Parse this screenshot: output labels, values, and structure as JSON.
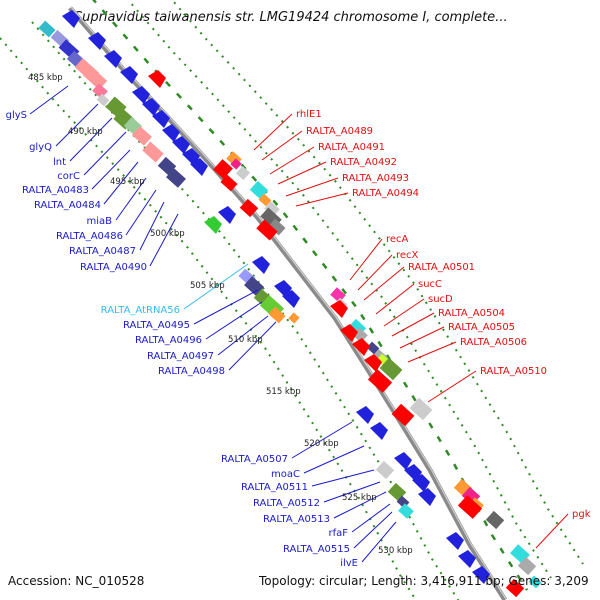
{
  "title": "Cupriavidus taiwanensis str. LMG19424 chromosome I, complete...",
  "footer": {
    "accession": "Accession: NC_010528",
    "summary": "Topology: circular; Length: 3,416,911 bp; Genes: 3,209"
  },
  "colors": {
    "backbone": "#8a8a8a",
    "tick_dots": "#2e8b22",
    "minus_strand_label": "#1a1acc",
    "plus_strand_label": "#e01010",
    "rna_label": "#33bbee"
  },
  "kbp_ticks": [
    "485 kbp",
    "490 kbp",
    "495 kbp",
    "500 kbp",
    "505 kbp",
    "510 kbp",
    "515 kbp",
    "520 kbp",
    "525 kbp",
    "530 kbp"
  ],
  "labels_left": [
    "glyS",
    "glyQ",
    "lnt",
    "corC",
    "RALTA_A0483",
    "RALTA_A0484",
    "miaB",
    "RALTA_A0486",
    "RALTA_A0487",
    "RALTA_A0490"
  ],
  "labels_middle": [
    "RALTA_AtRNA56",
    "RALTA_A0495",
    "RALTA_A0496",
    "RALTA_A0497",
    "RALTA_A0498"
  ],
  "labels_lower": [
    "RALTA_A0507",
    "moaC",
    "RALTA_A0511",
    "RALTA_A0512",
    "RALTA_A0513",
    "rfaF",
    "RALTA_A0515",
    "ilvE"
  ],
  "labels_right": [
    "rhlE1",
    "RALTA_A0489",
    "RALTA_A0491",
    "RALTA_A0492",
    "RALTA_A0493",
    "RALTA_A0494",
    "recA",
    "recX",
    "RALTA_A0501",
    "sucC",
    "sucD",
    "RALTA_A0504",
    "RALTA_A0505",
    "RALTA_A0506",
    "RALTA_A0510",
    "pgk"
  ]
}
